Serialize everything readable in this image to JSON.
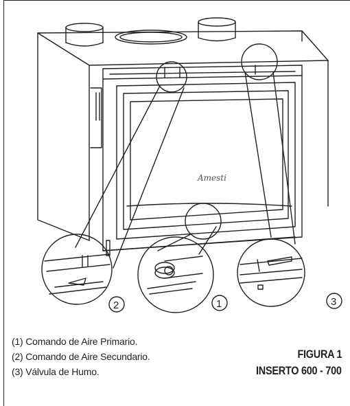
{
  "figure": {
    "brand_mark": "Amesti",
    "callouts": [
      "1",
      "2",
      "3"
    ],
    "legend": [
      "(1) Comando de Aire Primario.",
      "(2) Comando de Aire Secundario.",
      "(3) Válvula de Humo."
    ],
    "figure_number": "FIGURA 1",
    "figure_title": "INSERTO 600 - 700"
  }
}
